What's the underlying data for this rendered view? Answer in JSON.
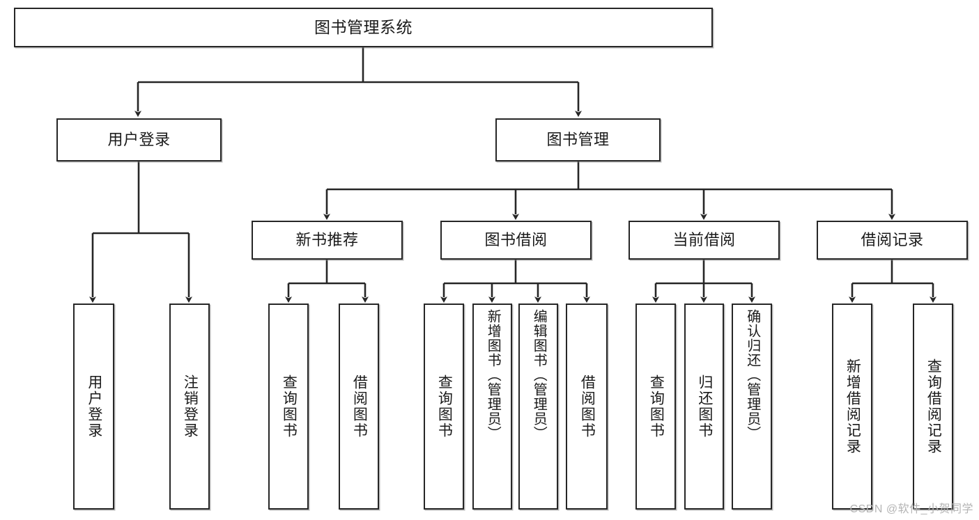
{
  "diagram": {
    "title": "图书管理系统",
    "type": "hierarchy-tree",
    "watermark": "CSDN @软件_小贺同学",
    "colors": {
      "node_border": "#262626",
      "node_fill": "#ffffff",
      "connector": "#262626",
      "text": "#1a1a1a",
      "watermark": "#b4b4b4",
      "background": "#ffffff"
    },
    "levels": {
      "root": "图书管理系统",
      "level2": [
        "用户登录",
        "图书管理"
      ],
      "level3": [
        "新书推荐",
        "图书借阅",
        "当前借阅",
        "借阅记录"
      ]
    },
    "nodes": {
      "root": {
        "label": "图书管理系统"
      },
      "user_login": {
        "label": "用户登录"
      },
      "book_manage": {
        "label": "图书管理"
      },
      "new_book_rec": {
        "label": "新书推荐"
      },
      "book_borrow": {
        "label": "图书借阅"
      },
      "current_borrow": {
        "label": "当前借阅"
      },
      "borrow_record": {
        "label": "借阅记录"
      },
      "leaf_user_login": {
        "label": "用户登录"
      },
      "leaf_logout_login": {
        "label": "注销登录"
      },
      "leaf_query_book_1": {
        "label": "查询图书"
      },
      "leaf_borrow_book_1": {
        "label": "借阅图书"
      },
      "leaf_query_book_2": {
        "label": "查询图书"
      },
      "leaf_add_book_admin": {
        "label": "新增图书（管理员）"
      },
      "leaf_edit_book_admin": {
        "label": "编辑图书（管理员）"
      },
      "leaf_borrow_book_2": {
        "label": "借阅图书"
      },
      "leaf_query_book_3": {
        "label": "查询图书"
      },
      "leaf_return_book": {
        "label": "归还图书"
      },
      "leaf_confirm_return_admin": {
        "label": "确认归还（管理员）"
      },
      "leaf_add_borrow_record": {
        "label": "新增借阅记录"
      },
      "leaf_query_borrow_record": {
        "label": "查询借阅记录"
      }
    },
    "edges": [
      {
        "from": "root",
        "to": "user_login"
      },
      {
        "from": "root",
        "to": "book_manage"
      },
      {
        "from": "user_login",
        "to": "leaf_user_login"
      },
      {
        "from": "user_login",
        "to": "leaf_logout_login"
      },
      {
        "from": "book_manage",
        "to": "new_book_rec"
      },
      {
        "from": "book_manage",
        "to": "book_borrow"
      },
      {
        "from": "book_manage",
        "to": "current_borrow"
      },
      {
        "from": "book_manage",
        "to": "borrow_record"
      },
      {
        "from": "new_book_rec",
        "to": "leaf_query_book_1"
      },
      {
        "from": "new_book_rec",
        "to": "leaf_borrow_book_1"
      },
      {
        "from": "book_borrow",
        "to": "leaf_query_book_2"
      },
      {
        "from": "book_borrow",
        "to": "leaf_add_book_admin"
      },
      {
        "from": "book_borrow",
        "to": "leaf_edit_book_admin"
      },
      {
        "from": "book_borrow",
        "to": "leaf_borrow_book_2"
      },
      {
        "from": "current_borrow",
        "to": "leaf_query_book_3"
      },
      {
        "from": "current_borrow",
        "to": "leaf_return_book"
      },
      {
        "from": "current_borrow",
        "to": "leaf_confirm_return_admin"
      },
      {
        "from": "borrow_record",
        "to": "leaf_add_borrow_record"
      },
      {
        "from": "borrow_record",
        "to": "leaf_query_borrow_record"
      }
    ]
  }
}
